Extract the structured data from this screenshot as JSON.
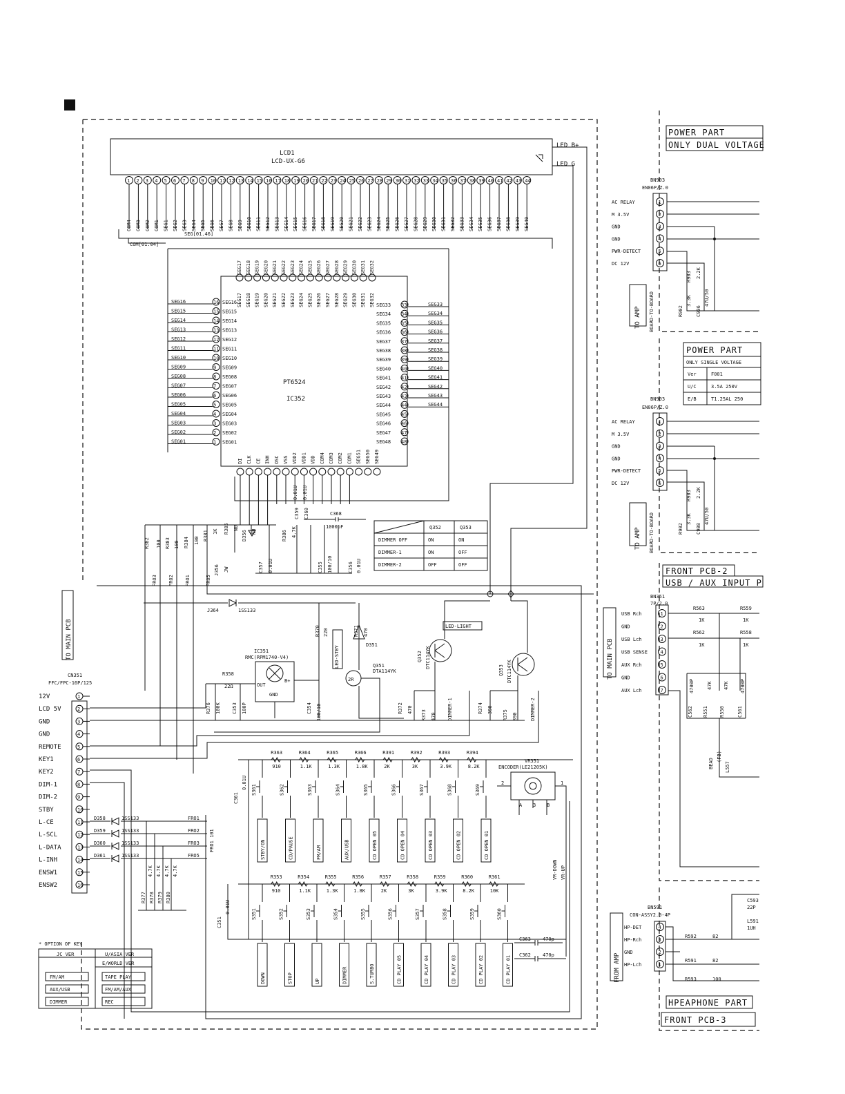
{
  "lcd": {
    "ref": "LCD1",
    "part": "LCD-UX-G6",
    "led_b": "LED B+",
    "led_g": "LED G",
    "bus_seg": "SEG[01.46]",
    "bus_com": "COM[01.04]",
    "pins": [
      "COM4",
      "COM3",
      "COM2",
      "COM1",
      "SEG1",
      "SEG2",
      "SEG3",
      "SEG4",
      "SEG5",
      "SEG6",
      "SEG7",
      "SEG8",
      "SEG9",
      "SEG10",
      "SEG11",
      "SEG12",
      "SEG13",
      "SEG14",
      "SEG15",
      "SEG16",
      "SEG17",
      "SEG18",
      "SEG19",
      "SEG20",
      "SEG21",
      "SEG22",
      "SEG23",
      "SEG24",
      "SEG25",
      "SEG26",
      "SEG27",
      "SEG28",
      "SEG29",
      "SEG30",
      "SEG31",
      "SEG32",
      "SEG33",
      "SEG34",
      "SEG35",
      "SEG36",
      "SEG37",
      "SEG38",
      "SEG39",
      "SEG40"
    ]
  },
  "ic": {
    "part": "PT6524",
    "ref": "IC352",
    "left_pins": [
      "SEG16",
      "SEG15",
      "SEG14",
      "SEG13",
      "SEG12",
      "SEG11",
      "SEG10",
      "SEG09",
      "SEG08",
      "SEG07",
      "SEG06",
      "SEG05",
      "SEG04",
      "SEG03",
      "SEG02",
      "SEG01"
    ],
    "right_pins": [
      "SEG33",
      "SEG34",
      "SEG35",
      "SEG36",
      "SEG37",
      "SEG38",
      "SEG39",
      "SEG40",
      "SEG41",
      "SEG42",
      "SEG43",
      "SEG44",
      "SEG45",
      "SEG46",
      "SEG47",
      "SEG48"
    ],
    "top_pins": [
      "SEG17",
      "SEG18",
      "SEG19",
      "SEG20",
      "SEG21",
      "SEG22",
      "SEG23",
      "SEG24",
      "SEG25",
      "SEG26",
      "SEG27",
      "SEG28",
      "SEG29",
      "SEG30",
      "SEG31",
      "SEG32"
    ],
    "bottom_pins": [
      "DI",
      "CLK",
      "CE",
      "INH",
      "OSC",
      "VSS",
      "VDD2",
      "VDD1",
      "VDD",
      "COM4",
      "COM3",
      "COM2",
      "COM1",
      "SEG51",
      "SEG50",
      "SEG49"
    ]
  },
  "cn351": {
    "title": "TO MAIN PCB",
    "ref": "CN351",
    "type": "FFC/FPC-16P/125",
    "pins": [
      "12V",
      "LCD 5V",
      "GND",
      "GND",
      "REMOTE",
      "KEY1",
      "KEY2",
      "DIM-1",
      "DIM-2",
      "STBY",
      "L-CE",
      "L-SCL",
      "L-DATA",
      "L-INH",
      "ENSW1",
      "ENSW2"
    ]
  },
  "dimmer_table": {
    "headers": [
      "",
      "Q352",
      "Q353"
    ],
    "rows": [
      [
        "DIMMER OFF",
        "ON",
        "ON"
      ],
      [
        "DIMMER-1",
        "ON",
        "OFF"
      ],
      [
        "DIMMER-2",
        "OFF",
        "OFF"
      ]
    ]
  },
  "components": {
    "ic351_ref": "IC351",
    "ic351_part": "RMC(RPM1740-V4)",
    "ic351_out": "OUT",
    "ic351_b": "B+",
    "ic351_gnd": "GND",
    "r358": "R358",
    "r358_val": "22Ω",
    "r376": "R376",
    "r376_val": "100K",
    "c353": "C353",
    "c353_val": "100P",
    "c354": "C354",
    "c354_val": "100/10",
    "j364": "J364",
    "d_1ss133": "1SS133",
    "r370": "R370",
    "r370_val": "220",
    "r371": "R371",
    "r371_val": "470",
    "led_stby": "LED-STBY",
    "d351": "D351",
    "q351": "Q351",
    "q351_part": "DTA114YK",
    "q352": "Q352",
    "q352_part": "DTC114YK",
    "q353": "Q353",
    "q353_part": "DTC114YK",
    "led_light": "LED-LIGHT",
    "dimmer1": "DIMMER-1",
    "dimmer2": "DIMMER-2",
    "r372": "R372",
    "r372_val": "470",
    "r373": "R373",
    "r373_val": "470",
    "r374": "R374",
    "r374_val": "390",
    "r375": "R375",
    "r375_val": "390",
    "c368": "C368",
    "c368_val": "1000pF",
    "c357": "C357",
    "c357_val": "0.01U",
    "c355": "C355",
    "c355_val": "100/10",
    "c356": "C356",
    "c356_val": "0.01U",
    "c359": "C359",
    "c359_val": "0.01U",
    "c360": "C360",
    "c360_val": "0.01U",
    "r385": "R385",
    "r385_val": "NU",
    "d356": "D356",
    "d356_val": "NU",
    "r386": "R386",
    "r386_val": "4.7K",
    "r381": "R381",
    "r381_val": "1K",
    "j356": "J356",
    "j356_val": "JW",
    "r382": "R382",
    "r382_val": "100",
    "r383": "R383",
    "r383_val": "100",
    "r384": "R384",
    "r384_val": "100",
    "fro3": "FRO3",
    "fro2": "FRO2",
    "fro1": "FRO1",
    "fro5": "FRO5",
    "vr351": "VR351",
    "vr351_part": "ENCODER(LE21205K)",
    "vr_down": "VR-DOWN",
    "vr_up": "VR-UP",
    "c361": "C361",
    "c361_val": "0.01U",
    "c351": "C351",
    "c351_val": "0.01U",
    "c363": "C363",
    "c363_val": "470p",
    "c362": "C362",
    "c362_val": "470p",
    "fro_net": "FRO1 101"
  },
  "key_row1": {
    "resistors": [
      "R363",
      "R364",
      "R365",
      "R366",
      "R391",
      "R392",
      "R393",
      "R394"
    ],
    "values": [
      "910",
      "1.1K",
      "1.3K",
      "1.8K",
      "2K",
      "3K",
      "3.9K",
      "8.2K"
    ],
    "switches": [
      "S361",
      "S362",
      "S363",
      "S364",
      "S365",
      "S366",
      "S367",
      "S368",
      "S369"
    ],
    "labels": [
      "STBY/ON",
      "CD/PAUSE",
      "FM/AM",
      "AUX/USB",
      "CD OPEN 05",
      "CD OPEN 04",
      "CD OPEN 03",
      "CD OPEN 02",
      "CD OPEN 01"
    ]
  },
  "key_row2": {
    "resistors": [
      "R353",
      "R354",
      "R355",
      "R356",
      "R357",
      "R358",
      "R359",
      "R360",
      "R361"
    ],
    "values": [
      "910",
      "1.1K",
      "1.3K",
      "1.8K",
      "2K",
      "3K",
      "3.9K",
      "8.2K",
      "10K"
    ],
    "switches": [
      "S351",
      "S352",
      "S353",
      "S354",
      "S355",
      "S356",
      "S357",
      "S358",
      "S359",
      "S360"
    ],
    "labels": [
      "DOWN",
      "STOP",
      "UP",
      "DIMMER",
      "S.TURBO",
      "CD PLAY 05",
      "CD PLAY 04",
      "CD PLAY 03",
      "CD PLAY 02",
      "CD PLAY 01"
    ]
  },
  "diode_bank": {
    "refs": [
      "D358",
      "D359",
      "D360",
      "D361"
    ],
    "nets": [
      "FRO1",
      "FRO2",
      "FRO3",
      "FRO5"
    ],
    "resistors": [
      "R377",
      "R378",
      "R379",
      "R380"
    ],
    "value": "4.7K"
  },
  "option_table": {
    "title": "* OPTION OF KEY",
    "col1": "JC VER",
    "col2": "U/ASIA VER",
    "col2b": "E/WORLD VER",
    "rows": [
      [
        "FM/AM",
        "TAPE PLAY"
      ],
      [
        "AUX/USB",
        "FM/AM/AUX"
      ],
      [
        "DIMMER",
        "REC"
      ]
    ]
  },
  "power1": {
    "title": "POWER PART",
    "subtitle": "ONLY DUAL VOLTAGE",
    "ref": "BN903",
    "type": "EN06P/Z.0",
    "pins": [
      "AC RELAY",
      "M 3.5V",
      "GND",
      "GND",
      "PWR-DETECT",
      "DC 12V"
    ],
    "to_amp": "TO AMP",
    "board": "BOARD-TO-BOARD",
    "r903": "R903",
    "r903_val": "2.2K",
    "r902": "R902",
    "r902_val": "3.3K",
    "c906": "C906",
    "c906_val": "47U/50"
  },
  "power2": {
    "title": "POWER PART",
    "subtitle": "ONLY SINGLE VOLTAGE",
    "table": [
      [
        "Ver",
        "F001"
      ],
      [
        "U/C",
        "3.5A 250V"
      ],
      [
        "E/B",
        "T1.25AL 250"
      ]
    ],
    "ref": "BN903",
    "type": "EN06P/Z.0",
    "pins": [
      "AC RELAY",
      "M 3.5V",
      "GND",
      "GND",
      "PWR-DETECT",
      "DC 12V"
    ],
    "to_amp": "TO AMP",
    "board": "BOARD-TO-BOARD",
    "r903": "R903",
    "r903_val": "2.2K",
    "r902": "R902",
    "r902_val": "3.3K",
    "c908": "C908",
    "c908_val": "47U/50"
  },
  "front2": {
    "title": "FRONT PCB-2",
    "subtitle": "USB / AUX INPUT P",
    "ref": "BN351",
    "type": "7P/2.0",
    "to_main": "TO MAIN PCB",
    "pins": [
      "USB Rch",
      "GND",
      "USB Lch",
      "USB SENSE",
      "AUX Rch",
      "GND",
      "AUX Lch"
    ],
    "r563": "R563",
    "r563_val": "1K",
    "r559": "R559",
    "r559_val": "1K",
    "r562": "R562",
    "r562_val": "1K",
    "r558": "R558",
    "r558_val": "1K",
    "c562": "C562",
    "c562_val": "4700P",
    "r551": "R551",
    "r551_val": "47K",
    "r550": "R550",
    "r550_val": "47K",
    "c561": "C561",
    "c561_val": "4700P",
    "bead": "BEAD",
    "bead_val": "(FB)",
    "l557": "L557"
  },
  "front3": {
    "title": "FRONT PCB-3",
    "section": "HPEAPHONE PART",
    "from_amp": "FROM AMP",
    "ref": "BN591",
    "type": "CON-ASSY2.0-4P",
    "pins": [
      "HP-DET",
      "HP-Rch",
      "GND",
      "HP-Lch"
    ],
    "r592": "R592",
    "r592_val": "82",
    "r591": "R591",
    "r591_val": "82",
    "r593": "R593",
    "r593_val": "100",
    "c593": "C593",
    "c593_val": "22P",
    "l591": "L591",
    "l591_val": "1UH"
  }
}
